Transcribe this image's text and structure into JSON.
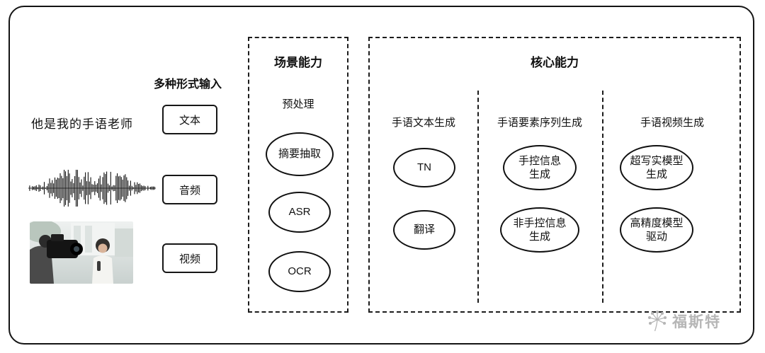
{
  "input_section": {
    "title": "多种形式输入",
    "text_example": "他是我的手语老师",
    "items": [
      {
        "label": "文本"
      },
      {
        "label": "音频"
      },
      {
        "label": "视频"
      }
    ]
  },
  "scene_section": {
    "title": "场景能力",
    "stage_label": "预处理",
    "nodes": [
      "摘要抽取",
      "ASR",
      "OCR"
    ]
  },
  "core_section": {
    "title": "核心能力",
    "columns": [
      {
        "header": "手语文本生成",
        "nodes": [
          "TN",
          "翻译"
        ]
      },
      {
        "header": "手语要素序列生成",
        "nodes": [
          "手控信息\n生成",
          "非手控信息\n生成"
        ]
      },
      {
        "header": "手语视频生成",
        "nodes": [
          "超写实模型\n生成",
          "高精度模型\n驱动"
        ]
      }
    ]
  },
  "watermark": {
    "text": "福斯特"
  }
}
